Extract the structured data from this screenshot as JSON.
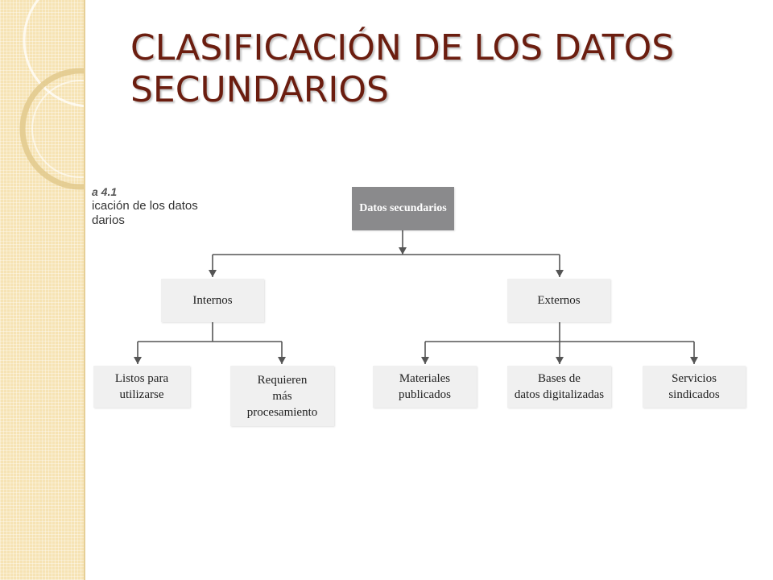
{
  "slide": {
    "title_lines": [
      "CLASIFICACIÓN DE LOS DATOS",
      "SECUNDARIOS"
    ]
  },
  "figure": {
    "number": "a 4.1",
    "caption_lines": [
      "icación de los datos",
      "darios"
    ]
  },
  "diagram": {
    "root": "Datos secundarios",
    "internal": {
      "label": "Internos",
      "children": [
        {
          "lines": [
            "Listos para",
            "utilizarse"
          ]
        },
        {
          "lines": [
            "Requieren",
            "más",
            "procesamiento"
          ]
        }
      ]
    },
    "external": {
      "label": "Externos",
      "children": [
        {
          "lines": [
            "Materiales",
            "publicados"
          ]
        },
        {
          "lines": [
            "Bases de",
            "datos digitalizadas"
          ]
        },
        {
          "lines": [
            "Servicios",
            "sindicados"
          ]
        }
      ]
    }
  },
  "colors": {
    "title": "#6b1d0f",
    "root_box": "#8a8a8c",
    "node_box": "#f0f0f0",
    "connector": "#555555",
    "left_band": "#f6e3b4"
  }
}
